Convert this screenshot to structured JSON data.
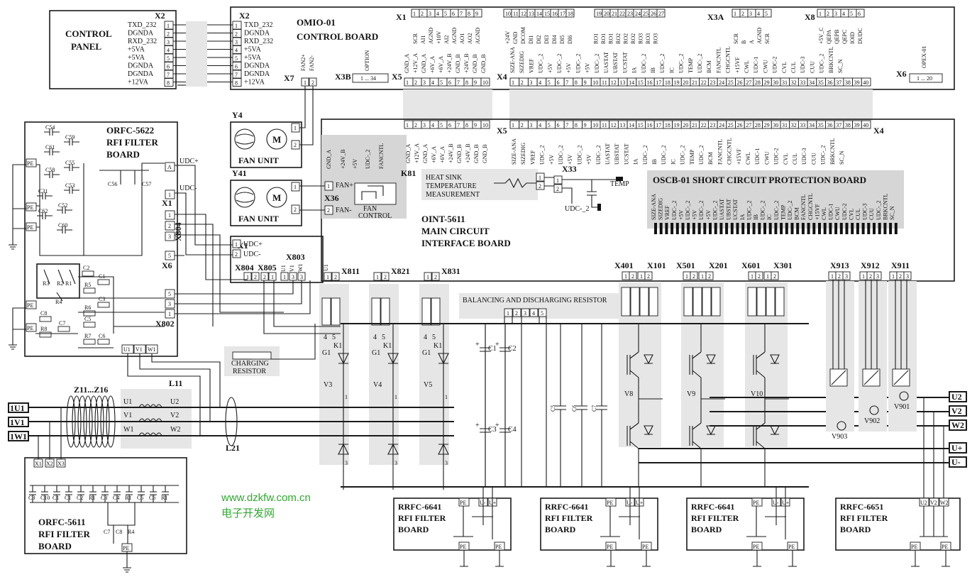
{
  "boards": {
    "control_panel": [
      "CONTROL",
      "PANEL"
    ],
    "omio": [
      "OMIO-01",
      "CONTROL BOARD"
    ],
    "orfc5622": [
      "ORFC-5622",
      "RFI FILTER",
      "BOARD"
    ],
    "oint": [
      "OINT-5611",
      "MAIN CIRCUIT",
      "INTERFACE BOARD"
    ],
    "oscb": "OSCB-01 SHORT CIRCUIT PROTECTION BOARD",
    "orfc5611": [
      "ORFC-5611",
      "RFI FILTER",
      "BOARD"
    ],
    "rrfc6641": [
      "RRFC-6641",
      "RFI FILTER",
      "BOARD"
    ],
    "rrfc6651": [
      "RRFC-6651",
      "RFI FILTER",
      "BOARD"
    ]
  },
  "fan": {
    "label": "FAN UNIT",
    "y4": "Y4",
    "y41": "Y41",
    "m": "M",
    "fan_plus": "FAN+",
    "fan_minus": "FAN-",
    "fan2plus": "FAN2+",
    "fan2minus": "FAN2-"
  },
  "fan_control": [
    "FAN",
    "CONTROL"
  ],
  "heatsink": [
    "HEAT SINK",
    "TEMPERATURE",
    "MEASUREMENT"
  ],
  "charging": [
    "CHARGING",
    "RESISTOR"
  ],
  "balancing": "BALANCING AND DISCHARGING RESISTOR",
  "x2_signals": [
    "TXD_232",
    "DGNDA",
    "RXD_232",
    "+5VA",
    "+5VA",
    "DGNDA",
    "DGNDA",
    "+12VA"
  ],
  "x1_signals": [
    "SCR",
    "AI1",
    "AGND",
    "+10V",
    "AI2",
    "AGND",
    "AO1",
    "AO2",
    "AGND"
  ],
  "x3a_signals": [
    "SCR",
    "B",
    "A",
    "AGND",
    "SCR"
  ],
  "x8_signals": [
    "+5V_C",
    "QEPA",
    "QEPB",
    "QEPC",
    "IOID",
    "DUDC"
  ],
  "x5_signals": [
    "GND_A",
    "+12V_A",
    "GND_A",
    "+6V_A",
    "+6V_A",
    "+24V_B",
    "GND_B",
    "+24V_B",
    "GND_B",
    "GND_B"
  ],
  "x4_signals": [
    "SIZE-ANA",
    "SIZEDIG",
    "VREF",
    "UDC-_2",
    "+5V",
    "UDC-_2",
    "+5V",
    "UDC-_2",
    "+5V",
    "UDC-_2",
    "UASTAT",
    "UBSTAT",
    "UCSTAT",
    "IA",
    "UDC-_2",
    "IB",
    "UDC-_2",
    "IC",
    "UDC-_2",
    "TEMP",
    "UDC-_2",
    "BCM",
    "FANCNTL",
    "CHGCNTL",
    "+15VF",
    "CWL",
    "UDC-1",
    "CWU",
    "UDC-2",
    "CVL",
    "CUL",
    "UDC-3",
    "CUU",
    "UDC-_2",
    "BRKCNTL",
    "SC_N"
  ],
  "x4_top_extra": [
    "+24V",
    "GND",
    "DCOM",
    "DI1",
    "DI2",
    "DI3",
    "DI4",
    "DI5",
    "DI6",
    "RO1",
    "RO1",
    "RO1",
    "RO2",
    "RO2",
    "RO2",
    "RO3",
    "RO3",
    "RO3"
  ],
  "conn": {
    "x1": "X1",
    "x2": "X2",
    "x3a": "X3A",
    "x3b": "X3B",
    "x4": "X4",
    "x5": "X5",
    "x6": "X6",
    "x7": "X7",
    "x8": "X8",
    "x33": "X33",
    "x36": "X36",
    "x81": "K81",
    "x803": "X803",
    "x804": "X804",
    "x805": "X805",
    "x802": "X802",
    "x811": "X811",
    "x821": "X821",
    "x831": "X831",
    "x401": "X401",
    "x101": "X101",
    "x501": "X501",
    "x201": "X201",
    "x601": "X601",
    "x301": "X301",
    "x913": "X913",
    "x912": "X912",
    "x911": "X911",
    "option": "OPTION",
    "opex": "OPEX-01",
    "x3b_range": "1 ... 34",
    "x6_range": "1 ... 20"
  },
  "terminals_left": [
    "1U1",
    "1V1",
    "1W1"
  ],
  "terminals_right": [
    "U2",
    "V2",
    "W2",
    "U+",
    "U-"
  ],
  "inline": {
    "z11": "Z11...Z16",
    "l11": "L11",
    "l21": "L21",
    "u1": "U1",
    "v1": "V1",
    "w1": "W1",
    "u2": "U2",
    "v2": "V2",
    "w2": "W2",
    "temp": "TEMP",
    "udc2": "UDC-_2",
    "udc_plus": "UDC+",
    "udc_minus": "UDC-",
    "pe": "PE",
    "a": "A"
  },
  "thyristors": [
    "V3",
    "V4",
    "V5"
  ],
  "igbt": [
    "V8",
    "V9",
    "V10"
  ],
  "current_sensors": [
    "V903",
    "V902",
    "V901"
  ],
  "caps": [
    "C1",
    "C2",
    "C3",
    "C4",
    "C5",
    "C6",
    "C7"
  ],
  "watermark": {
    "url": "www.dzkfw.com.cn",
    "cn": "电子开发网"
  }
}
